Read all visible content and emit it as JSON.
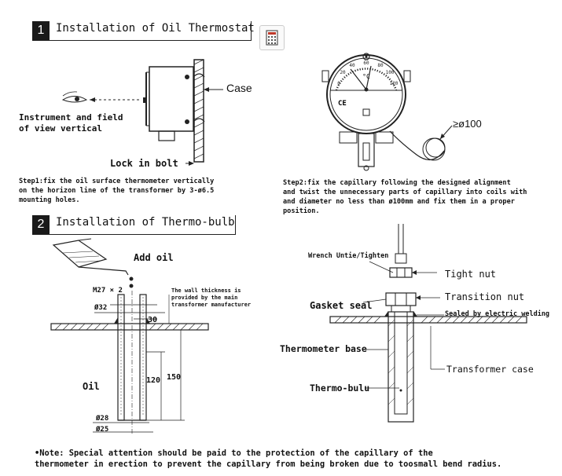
{
  "section1": {
    "number": "1",
    "title": "Installation of Oil Thermostat"
  },
  "section2": {
    "number": "2",
    "title": "Installation of Thermo-bulb"
  },
  "fig1": {
    "case": "Case",
    "instrument": "Instrument and field",
    "view": "of view vertical",
    "lock": "Lock in bolt"
  },
  "step1": [
    "Step1:fix the oil surface thermometer vertically",
    "on the horizon line of the transformer by 3-ø6.5",
    "mounting holes."
  ],
  "fig2": {
    "diameter": "≥ø100",
    "celsius": "°C",
    "ticks": [
      "0",
      "20",
      "40",
      "60",
      "80",
      "100",
      "120"
    ],
    "ce": "CE"
  },
  "step2": [
    "Step2:fix the capillary following the designed alignment",
    "and twist the unnecessary parts of capillary into coils with",
    "and diameter no less than ø100mm and fix them in a proper",
    "position."
  ],
  "fig3": {
    "add_oil": "Add oil",
    "m27": "M27 × 2",
    "d32": "Ø32",
    "wall1": "The wall thickness is",
    "wall2": "provided by the main",
    "wall3": "transformer manufacturer",
    "dim30": "30",
    "dim120": "120",
    "dim150": "150",
    "oil": "Oil",
    "d28": "Ø28",
    "d25": "Ø25"
  },
  "fig4": {
    "wrench": "Wrench Untie/Tighten",
    "tight_nut": "Tight nut",
    "gasket": "Gasket seal",
    "transition_nut": "Transition nut",
    "sealed": "Sealed by electric welding",
    "base": "Thermometer base",
    "case": "Transformer case",
    "bulb": "Thermo-bulu"
  },
  "note": [
    "•Note: Special attention should be paid to the protection of the  capillary of the",
    "thermometer in erection to prevent the capillary from being broken due to toosmall bend radius."
  ]
}
